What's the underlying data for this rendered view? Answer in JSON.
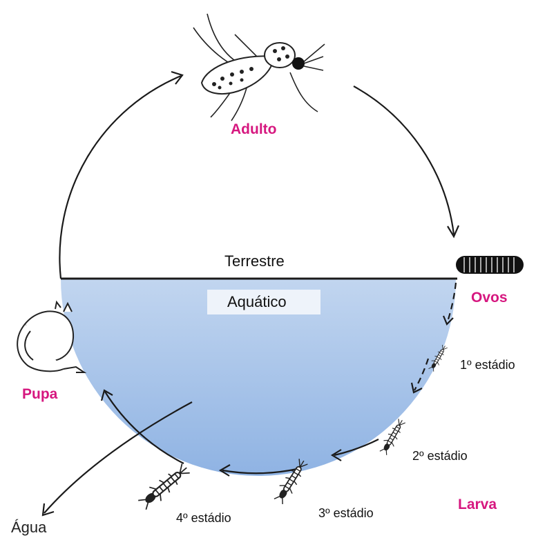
{
  "colors": {
    "stage_label": "#d6177f",
    "water_top": "#f4f8fc",
    "water_bottom": "#8fb3e3",
    "line": "#1a1a1a"
  },
  "stages": {
    "adulto": "Adulto",
    "ovos": "Ovos",
    "pupa": "Pupa",
    "larva": "Larva"
  },
  "zones": {
    "terrestre": "Terrestre",
    "aquatico": "Aquático"
  },
  "instars": {
    "first": "1º estádio",
    "second": "2º estádio",
    "third": "3º estádio",
    "fourth": "4º estádio"
  },
  "exit": "Água",
  "icons": [
    "mosquito-adult-icon",
    "egg-raft-icon",
    "larva-icon",
    "pupa-icon"
  ]
}
